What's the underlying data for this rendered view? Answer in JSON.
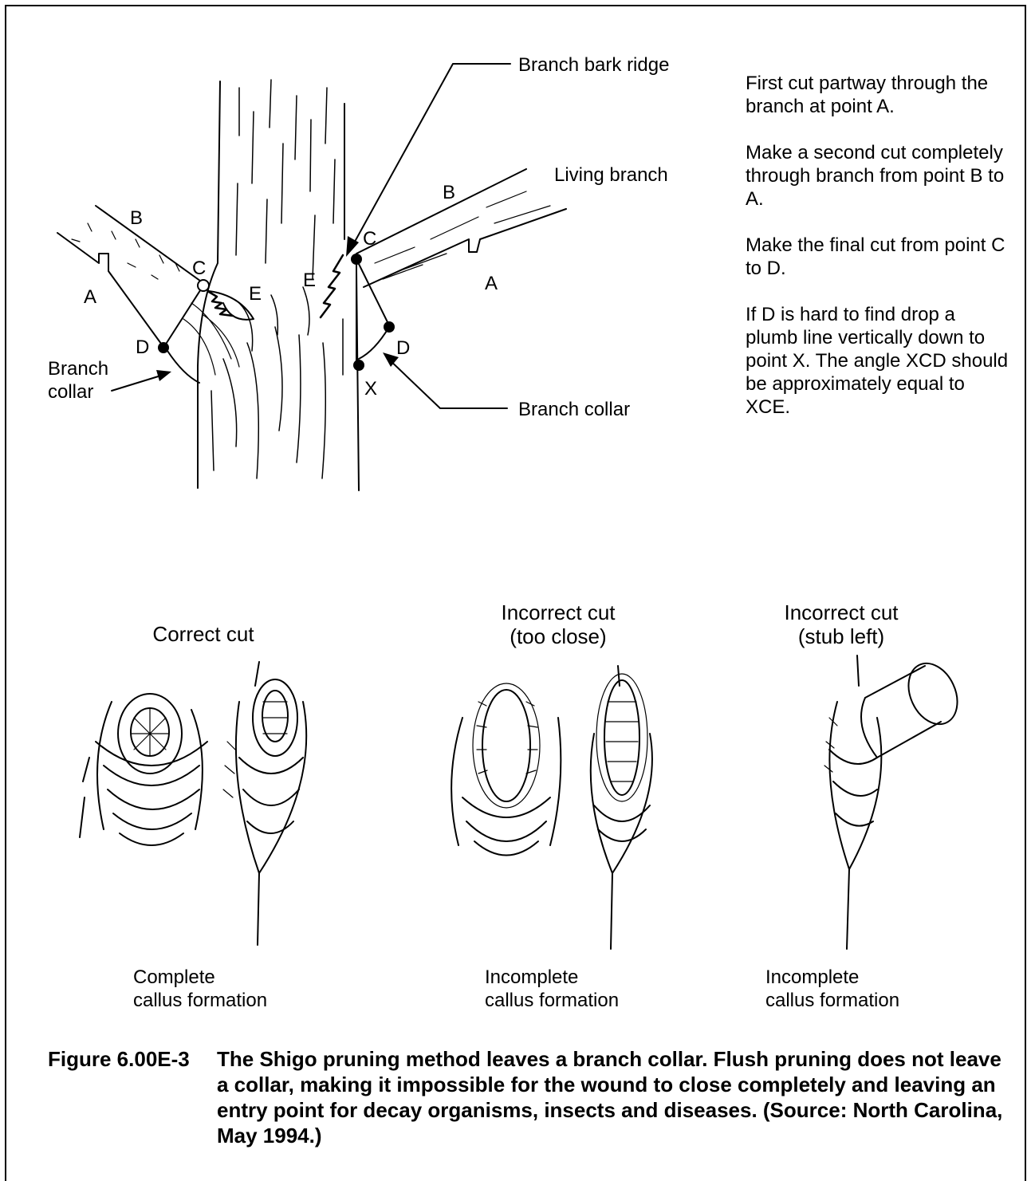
{
  "labels": {
    "branch_bark_ridge": "Branch bark ridge",
    "living_branch": "Living branch",
    "branch_collar_left": "Branch\ncollar",
    "branch_collar_right": "Branch collar",
    "point_a": "A",
    "point_b": "B",
    "point_c": "C",
    "point_d": "D",
    "point_e": "E",
    "point_x": "X"
  },
  "instructions": [
    "First cut partway through the branch at point A.",
    "Make a second cut completely through branch from point B to A.",
    "Make the final cut from point C to D.",
    "If D is hard to find drop a plumb line vertically down to point X. The angle XCD should be approximately equal to XCE."
  ],
  "panels": [
    {
      "title": "Correct cut",
      "result": "Complete\ncallus formation"
    },
    {
      "title": "Incorrect cut\n(too close)",
      "result": "Incomplete\ncallus formation"
    },
    {
      "title": "Incorrect cut\n(stub left)",
      "result": "Incomplete\ncallus formation"
    }
  ],
  "caption": {
    "number": "Figure 6.00E-3",
    "text": "The Shigo pruning method leaves a branch collar. Flush pruning does not leave a collar, making it impossible for the wound to close completely and leaving an entry point for decay organisms, insects and diseases. (Source: North Carolina, May 1994.)"
  }
}
